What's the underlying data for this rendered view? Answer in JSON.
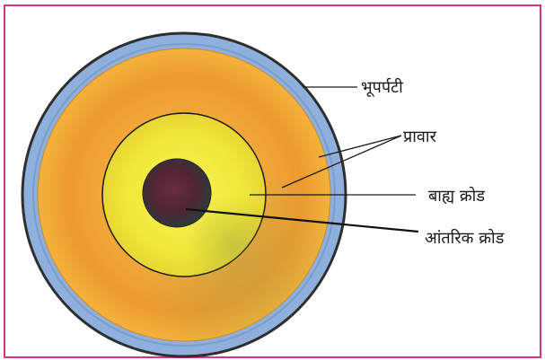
{
  "labels": {
    "crust": "भूपर्पटी",
    "mantle": "प्रावार",
    "outer_core": "बाह्य क्रोड",
    "inner_core": "आंतरिक क्रोड"
  },
  "colors": {
    "frame_border": "#d6338a",
    "crust": "#8aa8d6",
    "crust_outline": "#3a3a3a",
    "mantle": "#f0a030",
    "outer_core": "#f4ec3a",
    "inner_core": "#5a2a3a"
  }
}
